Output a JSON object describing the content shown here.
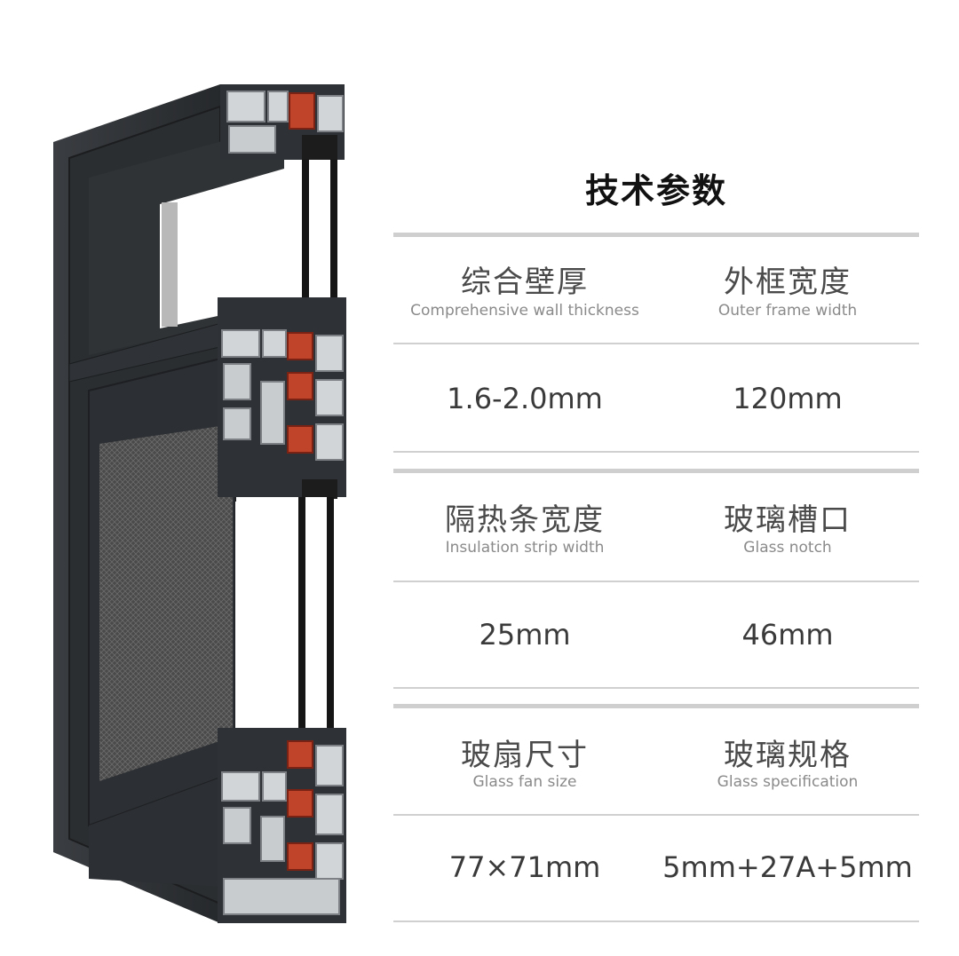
{
  "title": "技术参数",
  "specs": [
    {
      "left": {
        "label_zh": "综合壁厚",
        "label_en": "Comprehensive wall thickness",
        "value": "1.6-2.0mm"
      },
      "right": {
        "label_zh": "外框宽度",
        "label_en": "Outer frame width",
        "value": "120mm"
      }
    },
    {
      "left": {
        "label_zh": "隔热条宽度",
        "label_en": "Insulation strip width",
        "value": "25mm"
      },
      "right": {
        "label_zh": "玻璃槽口",
        "label_en": "Glass notch",
        "value": "46mm"
      }
    },
    {
      "left": {
        "label_zh": "玻扇尺寸",
        "label_en": "Glass fan size",
        "value": "77×71mm"
      },
      "right": {
        "label_zh": "玻璃规格",
        "label_en": "Glass specification",
        "value": "5mm+27A+5mm"
      }
    }
  ],
  "colors": {
    "frame_dark": "#2c2f33",
    "aluminum": "#cfd2d4",
    "thermal_break": "#c0442a",
    "glass_edge": "#151515"
  }
}
